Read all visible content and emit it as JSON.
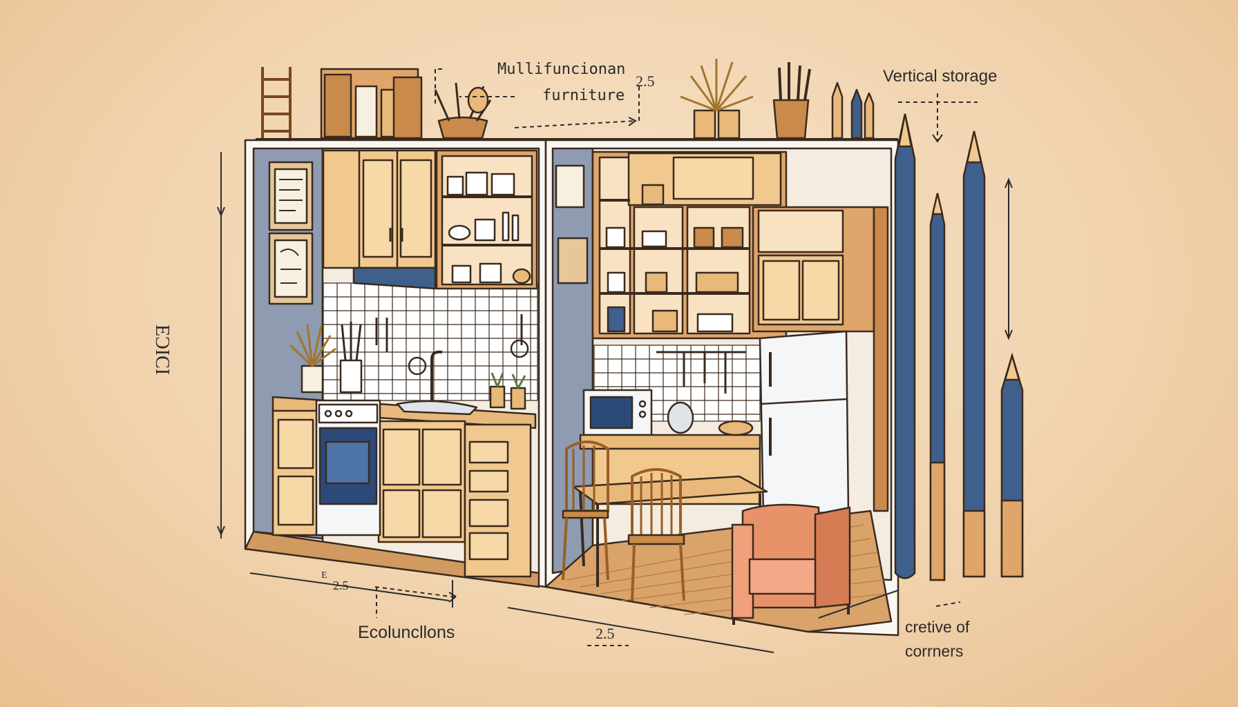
{
  "labels": {
    "multifunction_line1": "Mullifuncionan",
    "multifunction_line2": "furniture",
    "vertical_storage": "Vertical storage",
    "side_left": "EƆICI",
    "ecofunctions": "Ecoluncllons",
    "corners_line1": "cretive of",
    "corners_line2": "corrners",
    "dim_top": "2.5",
    "dim_bottom_left": "2.5",
    "dim_bottom_mid": "2.5",
    "dim_bottom_letter": "E"
  },
  "colors": {
    "background": "#f1d4af",
    "wood": "#e8b97a",
    "wood_dark": "#c98a4b",
    "outline": "#3a2a1e",
    "wall_blue": "#8e9bb0",
    "pencil_blue": "#3f5f8c",
    "armchair": "#e8926a",
    "appliance_white": "#f4f6f8"
  },
  "icons": [
    "ladder-icon",
    "plant-icon",
    "pencil-icon",
    "refrigerator-icon",
    "stove-icon",
    "microwave-icon",
    "armchair-icon",
    "chair-icon",
    "table-icon",
    "dimension-arrow-icon"
  ]
}
